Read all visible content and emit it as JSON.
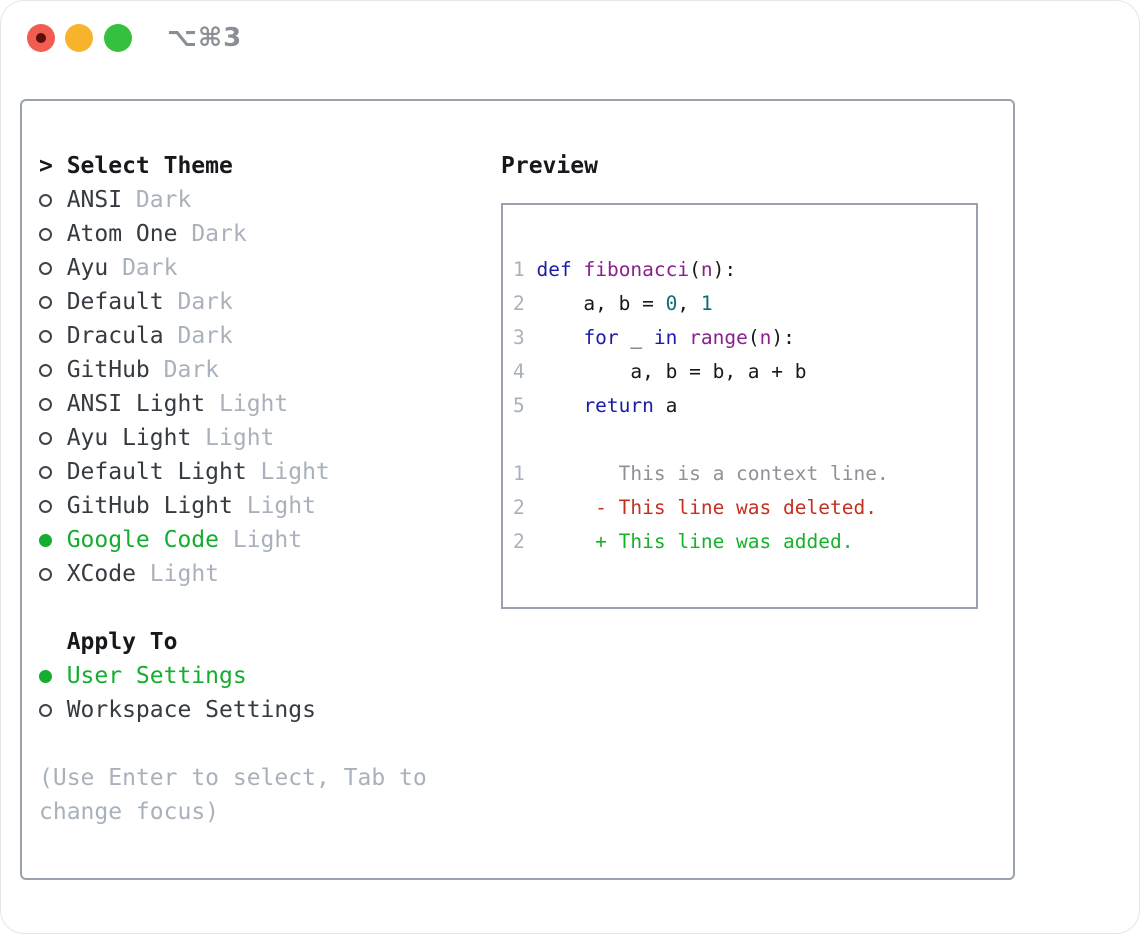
{
  "titlebar": {
    "title": "⌥⌘3"
  },
  "colors": {
    "accent": "#15ad2f",
    "text": "#363b41",
    "muted": "#a9b1bc",
    "heading": "#16181b",
    "border": "#9aa3ad",
    "radio": "#3f454c",
    "kw": "#1b1ba8",
    "fn": "#8b1f8f",
    "num": "#0e6c72",
    "plain": "#16181b",
    "ctx": "#8e9196",
    "del": "#c5301f",
    "add": "#17b22a",
    "lineno": "#a9b1bc",
    "tl_red": "#f25d51",
    "tl_red_dot": "#5a0f0a",
    "tl_yellow": "#f7b32b",
    "tl_green": "#35c03f",
    "titlebar_text": "#8a8f96"
  },
  "theme_panel": {
    "header": {
      "marker": ">",
      "label": "Select Theme"
    },
    "themes": [
      {
        "name": "ANSI",
        "variant": "Dark",
        "selected": false
      },
      {
        "name": "Atom One",
        "variant": "Dark",
        "selected": false
      },
      {
        "name": "Ayu",
        "variant": "Dark",
        "selected": false
      },
      {
        "name": "Default",
        "variant": "Dark",
        "selected": false
      },
      {
        "name": "Dracula",
        "variant": "Dark",
        "selected": false
      },
      {
        "name": "GitHub",
        "variant": "Dark",
        "selected": false
      },
      {
        "name": "ANSI Light",
        "variant": "Light",
        "selected": false
      },
      {
        "name": "Ayu Light",
        "variant": "Light",
        "selected": false
      },
      {
        "name": "Default Light",
        "variant": "Light",
        "selected": false
      },
      {
        "name": "GitHub Light",
        "variant": "Light",
        "selected": false
      },
      {
        "name": "Google Code",
        "variant": "Light",
        "selected": true
      },
      {
        "name": "XCode",
        "variant": "Light",
        "selected": false
      }
    ],
    "apply_to": {
      "label": "Apply To",
      "options": [
        {
          "name": "User Settings",
          "selected": true
        },
        {
          "name": "Workspace Settings",
          "selected": false
        }
      ]
    },
    "help_lines": [
      "(Use Enter to select, Tab to",
      "change focus)"
    ]
  },
  "preview": {
    "label": "Preview",
    "code_lines": [
      {
        "num": "1",
        "segments": [
          {
            "t": " ",
            "c": "plain"
          },
          {
            "t": "def",
            "c": "kw"
          },
          {
            "t": " ",
            "c": "plain"
          },
          {
            "t": "fibonacci",
            "c": "fn"
          },
          {
            "t": "(",
            "c": "plain"
          },
          {
            "t": "n",
            "c": "fn"
          },
          {
            "t": "):",
            "c": "plain"
          }
        ]
      },
      {
        "num": "2",
        "segments": [
          {
            "t": "     a, b = ",
            "c": "plain"
          },
          {
            "t": "0",
            "c": "num"
          },
          {
            "t": ", ",
            "c": "plain"
          },
          {
            "t": "1",
            "c": "num"
          }
        ]
      },
      {
        "num": "3",
        "segments": [
          {
            "t": "     ",
            "c": "plain"
          },
          {
            "t": "for",
            "c": "kw"
          },
          {
            "t": " _ ",
            "c": "plain"
          },
          {
            "t": "in",
            "c": "kw"
          },
          {
            "t": " ",
            "c": "plain"
          },
          {
            "t": "range",
            "c": "fn"
          },
          {
            "t": "(",
            "c": "plain"
          },
          {
            "t": "n",
            "c": "fn"
          },
          {
            "t": "):",
            "c": "plain"
          }
        ]
      },
      {
        "num": "4",
        "segments": [
          {
            "t": "         a, b = b, a + b",
            "c": "plain"
          }
        ]
      },
      {
        "num": "5",
        "segments": [
          {
            "t": "     ",
            "c": "plain"
          },
          {
            "t": "return",
            "c": "kw"
          },
          {
            "t": " a",
            "c": "plain"
          }
        ]
      },
      {
        "num": "",
        "segments": []
      },
      {
        "num": "1",
        "segments": [
          {
            "t": "        This is a context line.",
            "c": "ctx"
          }
        ]
      },
      {
        "num": "2",
        "segments": [
          {
            "t": "      - This line was deleted.",
            "c": "del"
          }
        ]
      },
      {
        "num": "2",
        "segments": [
          {
            "t": "      + This line was added.",
            "c": "add"
          }
        ]
      }
    ]
  }
}
